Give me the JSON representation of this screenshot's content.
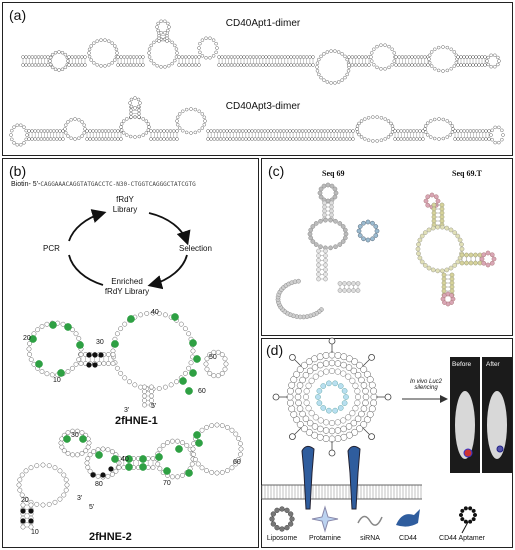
{
  "panel_a": {
    "label": "(a)",
    "title_top": "CD40Apt1-dimer",
    "title_bottom": "CD40Apt3-dimer"
  },
  "panel_b": {
    "label": "(b)",
    "biotin_prefix": "Biotin- 5'-",
    "sequence": "CAGGAAACAGGTATGACCTC-N30-CTGGTCAGGGCTATCGTG",
    "cycle": {
      "library": "fRdY\nLibrary",
      "selection": "Selection",
      "enriched": "Enriched\nfRdY Library",
      "pcr": "PCR"
    },
    "struct1": {
      "name": "2fHNE-1",
      "numbers": [
        "20",
        "30",
        "10",
        "40",
        "50",
        "60"
      ],
      "five": "5'",
      "three": "3'"
    },
    "struct2": {
      "name": "2fHNE-2",
      "numbers": [
        "30",
        "40",
        "20",
        "80",
        "70",
        "60",
        "10"
      ],
      "five": "5'",
      "three": "3'"
    }
  },
  "panel_c": {
    "label": "(c)",
    "seq_left": "Seq 69",
    "seq_right": "Seq 69.T"
  },
  "panel_d": {
    "label": "(d)",
    "silencing": "In vivo Luc2 silencing",
    "before": "Before",
    "after": "After",
    "legend": [
      "Liposome",
      "Protamine",
      "siRNA",
      "CD44",
      "CD44 Aptamer"
    ]
  },
  "colors": {
    "green": "#2ea043",
    "blue": "#2f5d9e",
    "bead_grey": "#bbbbbb",
    "bead_pink": "#d9a6b5",
    "bead_yellow": "#d6d39c"
  }
}
